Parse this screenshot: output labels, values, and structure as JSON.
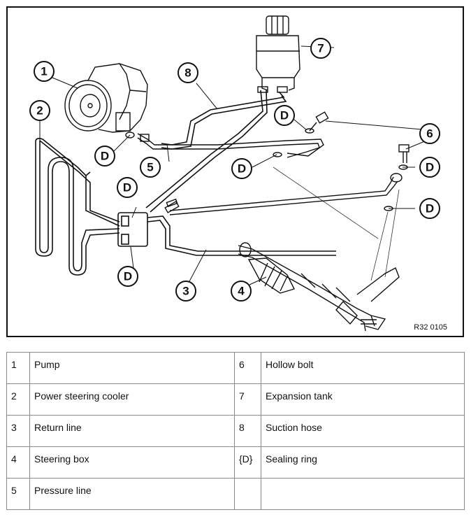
{
  "figure": {
    "reference_code": "R32 0105",
    "callouts": [
      "1",
      "2",
      "3",
      "4",
      "5",
      "6",
      "7",
      "8",
      "D",
      "D",
      "D",
      "D",
      "D",
      "D"
    ]
  },
  "legend": {
    "rows": [
      {
        "left_num": "1",
        "left_label": "Pump",
        "right_num": "6",
        "right_label": "Hollow bolt"
      },
      {
        "left_num": "2",
        "left_label": "Power steering cooler",
        "right_num": "7",
        "right_label": "Expansion tank"
      },
      {
        "left_num": "3",
        "left_label": "Return line",
        "right_num": "8",
        "right_label": "Suction hose"
      },
      {
        "left_num": "4",
        "left_label": "Steering box",
        "right_num": "{D}",
        "right_label": "Sealing ring"
      },
      {
        "left_num": "5",
        "left_label": "Pressure line",
        "right_num": "",
        "right_label": ""
      }
    ]
  }
}
